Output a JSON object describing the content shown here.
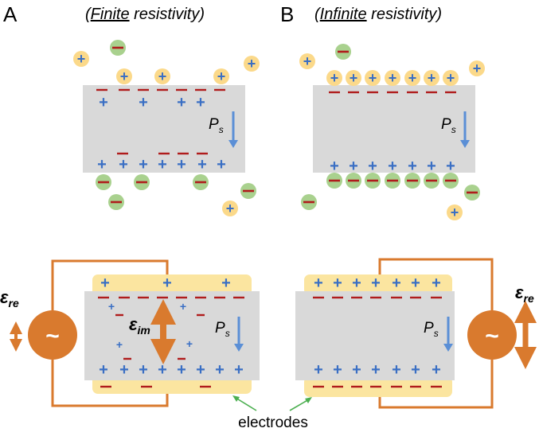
{
  "panels": {
    "a": {
      "letter": "A",
      "title_open": "(",
      "title_underlined": "Finite",
      "title_rest": " resistivity)"
    },
    "b": {
      "letter": "B",
      "title_open": "(",
      "title_underlined": "Infinite",
      "title_rest": " resistivity)"
    }
  },
  "labels": {
    "ps_main": "P",
    "ps_sub": "s",
    "e_re_main": "ε",
    "e_re_sub": "re",
    "e_im_main": "ε",
    "e_im_sub": "im",
    "ac_source": "~",
    "electrodes": "electrodes"
  },
  "glyphs": {
    "plus": "+",
    "minus": "—"
  },
  "colors": {
    "slab_gray": "#d9d9d9",
    "positive_blue": "#3a6fc4",
    "negative_red": "#b01c1c",
    "ion_positive_fill": "#fbd98a",
    "ion_negative_fill": "#a9d18e",
    "electrode_yellow": "#fbe5a0",
    "circuit_orange": "#d97a2e",
    "ps_arrow_blue": "#5b8fd6",
    "pointer_green": "#4caf50"
  }
}
